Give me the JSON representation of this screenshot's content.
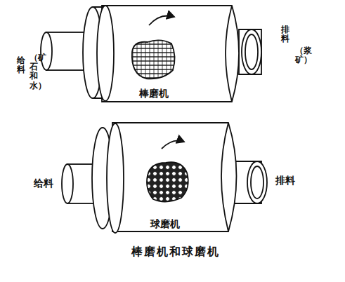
{
  "diagram": {
    "caption": "棒磨机和球磨机",
    "labels": [
      "给料",
      "（矿石和水）",
      "排料",
      "（浆矿）",
      "棒磨机",
      "给料",
      "排料",
      "球磨机"
    ]
  }
}
